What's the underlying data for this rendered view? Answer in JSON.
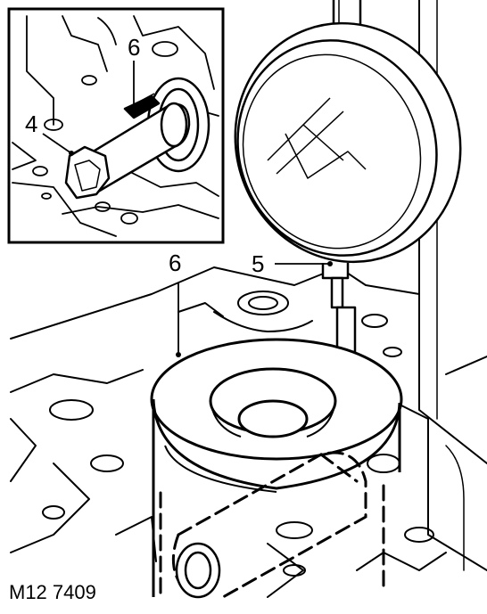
{
  "figure": {
    "reference": "M12 7409",
    "inset_callouts": {
      "pin": "4",
      "sleeve": "6"
    },
    "main_callouts": {
      "sleeve": "6",
      "gauge": "5"
    },
    "colors": {
      "line": "#000000",
      "background": "#ffffff",
      "panel_shade": "#f2f2f2"
    }
  }
}
